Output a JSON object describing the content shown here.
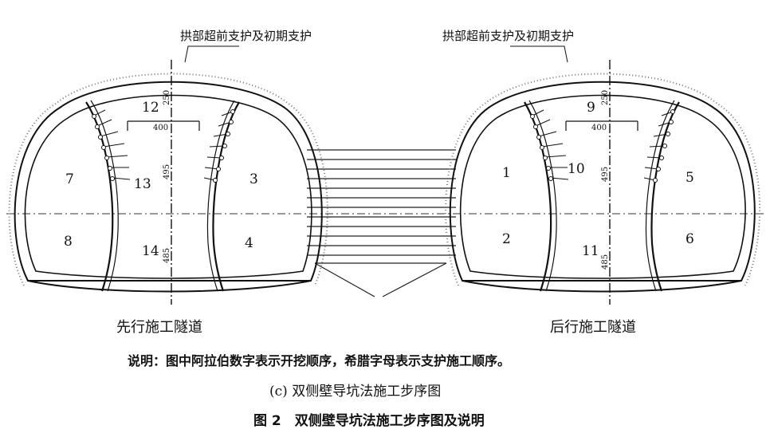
{
  "labels": {
    "left_top": "拱部超前支护及初期支护",
    "right_top": "拱部超前支护及初期支护",
    "left_tunnel": "先行施工隧道",
    "right_tunnel": "后行施工隧道",
    "note": "说明：图中阿拉伯数字表示开挖顺序，希腊字母表示支护施工顺序。",
    "subcaption": "(c) 双侧壁导坑法施工步序图",
    "caption": "图 2　双侧壁导坑法施工步序图及说明"
  },
  "left": {
    "n12": "12",
    "n13": "13",
    "n14": "14",
    "n7": "7",
    "n8": "8",
    "n3": "3",
    "n4": "4",
    "d400": "400",
    "d250": "250",
    "d495": "495",
    "d485": "485"
  },
  "right": {
    "n9": "9",
    "n10": "10",
    "n11": "11",
    "n1": "1",
    "n2": "2",
    "n5": "5",
    "n6": "6",
    "d400": "400",
    "d250": "250",
    "d495": "495",
    "d485": "485"
  }
}
